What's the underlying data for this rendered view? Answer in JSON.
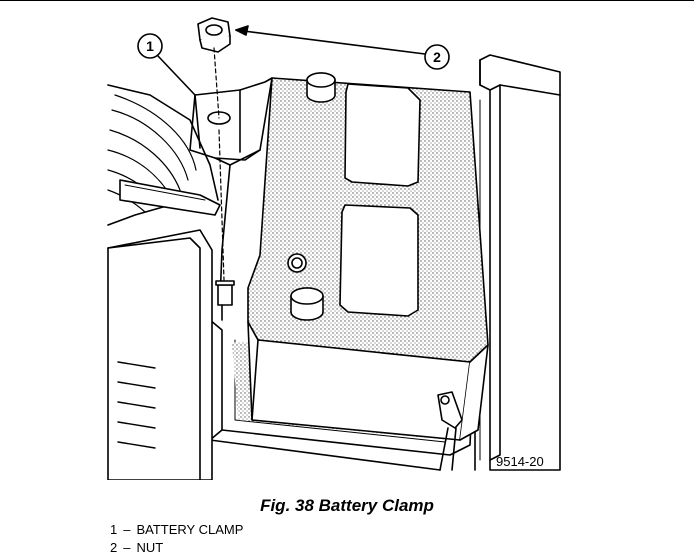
{
  "figure": {
    "caption": "Fig. 38 Battery Clamp",
    "drawing_id": "9514-20",
    "callouts": [
      "1",
      "2"
    ]
  },
  "legend": [
    {
      "number": "1",
      "separator": "–",
      "text": "BATTERY CLAMP"
    },
    {
      "number": "2",
      "separator": "–",
      "text": "NUT"
    }
  ],
  "colors": {
    "ink": "#000000",
    "paper": "#ffffff",
    "stipple": "#bdbdbd"
  }
}
